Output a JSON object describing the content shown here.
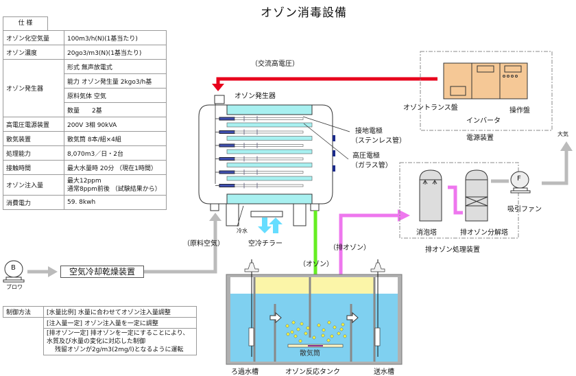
{
  "title": "オゾン消毒設備",
  "spec_table": {
    "header": "仕 様",
    "rows": [
      {
        "key": "オゾン化空気量",
        "values": [
          "100m3/h(N)(1基当たり)"
        ]
      },
      {
        "key": "オゾン濃度",
        "values": [
          "20go3/m3(N)(1基当たり)"
        ]
      },
      {
        "key": "オゾン発生器",
        "values": [
          "形式 無声放電式",
          "能力 オゾン発生量 2kgo3/h基",
          "原料気体 空気",
          "数量　　2基"
        ]
      },
      {
        "key": "高電圧電源装置",
        "values": [
          "200V 3相 90kVA"
        ]
      },
      {
        "key": "散気装置",
        "values": [
          "散気筒 8本/組×4組"
        ]
      },
      {
        "key": "処理能力",
        "values": [
          "8,070m3／日・2台"
        ]
      },
      {
        "key": "接触時間",
        "values": [
          "最大水量時 20分 （現在1時間）"
        ]
      },
      {
        "key": "オゾン注入量",
        "values": [
          "最大12ppm",
          "通常8ppm前後 （試験結果から）"
        ]
      },
      {
        "key": "消費電力",
        "values": [
          "59. 8kwh"
        ]
      }
    ]
  },
  "control_table": {
    "key": "制御方法",
    "rows": [
      "[水量比例] 水量に合わせてオゾン注入量調整",
      "[注入量一定] オゾン注入量を一定に調整",
      "[排オゾン一定] 排オゾンを一定にすることにより、水質及び水量の変化に対応した制御",
      "残留オゾンが2g/m3(2mg/l)となるように運転"
    ]
  },
  "diagram": {
    "ac_high_voltage": "（交流高電圧）",
    "ozone_generator": "オゾン発生器",
    "ground_electrode": "接地電極",
    "ground_electrode_sub": "（ステンレス管）",
    "hv_electrode": "高圧電極",
    "hv_electrode_sub": "（ガラス管）",
    "transformer_panel": "オゾントランス盤",
    "operation_panel": "操作盤",
    "inverter": "インバータ",
    "power_unit": "電源装置",
    "atmosphere": "大気",
    "suction_fan_letter": "F",
    "suction_fan": "吸引ファン",
    "defoam_tower": "消泡塔",
    "decomposition_tower": "排オゾン分解塔",
    "exhaust_unit": "排オゾン処理装置",
    "cooling_water": "冷水",
    "air_chiller": "空冷チラー",
    "raw_air": "（原料空気）",
    "exhaust_ozone": "（排オゾン）",
    "ozone": "（オゾン）",
    "blower_letter": "B",
    "blower": "ブロワ",
    "air_dryer": "空気冷却乾燥装置",
    "diffuser": "散気筒",
    "filter_tank": "ろ過水槽",
    "reaction_tank": "オゾン反応タンク",
    "delivery_tank": "送水槽"
  },
  "colors": {
    "hv_line": "#e8001c",
    "ozone_line": "#66ee22",
    "exhaust_line": "#ee77ee",
    "air_line": "#bbbbbb",
    "chiller_arrow": "#66ddff",
    "panel": "#f5c896",
    "water": "#7fd0f0",
    "foam": "#fbf5a8",
    "electrode": "#a8f0f0"
  }
}
